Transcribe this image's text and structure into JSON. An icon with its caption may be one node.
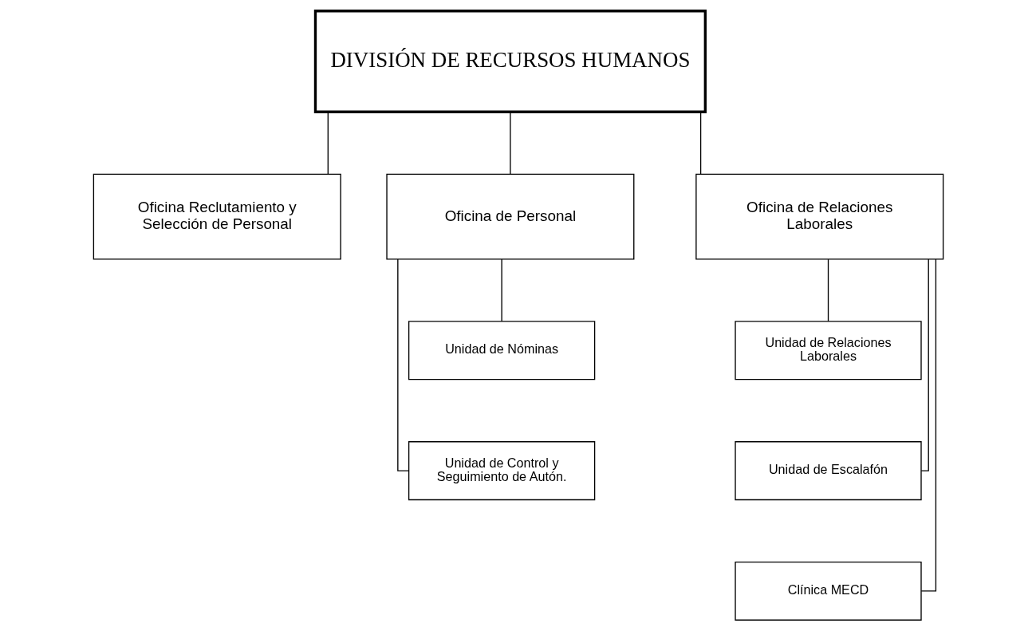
{
  "diagram": {
    "nodes": [
      {
        "text": [
          "DIVISIÓN DE RECURSOS HUMANOS"
        ]
      },
      {
        "text": [
          "Oficina Reclutamiento y Selección de Personal"
        ]
      },
      {
        "text": [
          "Oficina de Personal"
        ]
      },
      {
        "text": [
          "Oficina de Relaciones Laborales"
        ]
      },
      {
        "text": [
          "Unidad de Nóminas"
        ]
      },
      {
        "text": [
          "Unidad de Control y Seguimiento de Autón."
        ]
      },
      {
        "text": [
          "Unidad de Relaciones Laborales"
        ]
      },
      {
        "text": [
          "Unidad de Escalafón"
        ]
      },
      {
        "text": [
          "Clínica MECD"
        ]
      }
    ],
    "edges": [
      {
        "from": 0,
        "to": 1,
        "arrow": "none"
      },
      {
        "from": 0,
        "to": 2,
        "arrow": "none"
      },
      {
        "from": 0,
        "to": 3,
        "arrow": "none"
      },
      {
        "from": 2,
        "to": 4,
        "arrow": "none"
      },
      {
        "from": 2,
        "to": 5,
        "arrow": "none"
      },
      {
        "from": 3,
        "to": 6,
        "arrow": "none"
      },
      {
        "from": 3,
        "to": 7,
        "arrow": "none"
      },
      {
        "from": 3,
        "to": 8,
        "arrow": "none"
      }
    ]
  }
}
